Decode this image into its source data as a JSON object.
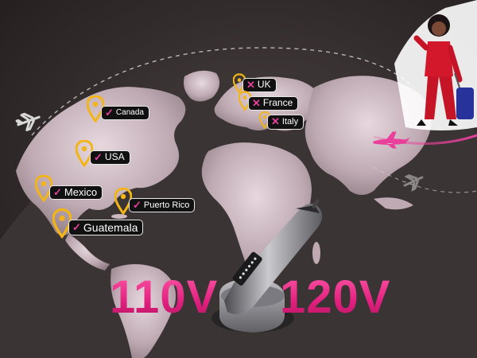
{
  "countries_supported": [
    {
      "name": "Canada",
      "status": "check"
    },
    {
      "name": "USA",
      "status": "check"
    },
    {
      "name": "Mexico",
      "status": "check"
    },
    {
      "name": "Puerto Rico",
      "status": "check"
    },
    {
      "name": "Guatemala",
      "status": "check"
    }
  ],
  "countries_unsupported": [
    {
      "name": "UK",
      "status": "cross"
    },
    {
      "name": "France",
      "status": "cross"
    },
    {
      "name": "Italy",
      "status": "cross"
    }
  ],
  "voltage": {
    "left": "110V",
    "right": "120V"
  },
  "symbols": {
    "check": "✓",
    "cross": "✕"
  },
  "icons": [
    "airplane-icon",
    "location-pin-icon",
    "checkmark-icon",
    "cross-icon"
  ],
  "colors": {
    "accent_pink": "#e8409b",
    "pin_gold": "#f3b515",
    "background": "#332c2c",
    "land": "#cbb8c0"
  }
}
